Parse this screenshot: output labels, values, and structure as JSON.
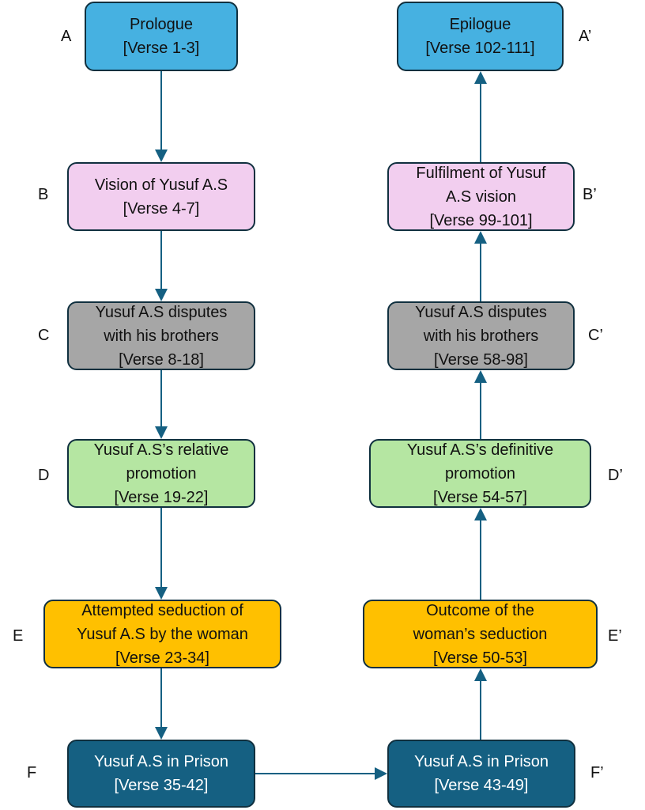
{
  "colors": {
    "prologue": "#46B1E1",
    "vision": "#F2CEEF",
    "dispute": "#A6A6A6",
    "promotion": "#B5E6A2",
    "seduction": "#FFC000",
    "prison": "#156082",
    "arrow": "#156082"
  },
  "left": [
    {
      "label": "A",
      "lines": [
        "Prologue",
        "[Verse 1-3]"
      ]
    },
    {
      "label": "B",
      "lines": [
        "Vision of Yusuf A.S",
        "[Verse 4-7]"
      ]
    },
    {
      "label": "C",
      "lines": [
        "Yusuf A.S disputes",
        "with his brothers",
        "[Verse 8-18]"
      ]
    },
    {
      "label": "D",
      "lines": [
        "Yusuf A.S’s relative",
        "promotion",
        "[Verse 19-22]"
      ]
    },
    {
      "label": "E",
      "lines": [
        "Attempted seduction of",
        "Yusuf A.S by the woman",
        "[Verse 23-34]"
      ]
    },
    {
      "label": "F",
      "lines": [
        "Yusuf A.S in Prison",
        "[Verse 35-42]"
      ]
    }
  ],
  "right": [
    {
      "label": "A’",
      "lines": [
        "Epilogue",
        "[Verse 102-111]"
      ]
    },
    {
      "label": "B’",
      "lines": [
        "Fulfilment of Yusuf",
        "A.S vision",
        "[Verse 99-101]"
      ]
    },
    {
      "label": "C’",
      "lines": [
        "Yusuf A.S disputes",
        "with his brothers",
        "[Verse 58-98]"
      ]
    },
    {
      "label": "D’",
      "lines": [
        "Yusuf A.S’s definitive",
        "promotion",
        "[Verse 54-57]"
      ]
    },
    {
      "label": "E’",
      "lines": [
        "Outcome of the",
        "woman’s seduction",
        "[Verse 50-53]"
      ]
    },
    {
      "label": "F’",
      "lines": [
        "Yusuf A.S in Prison",
        "[Verse 43-49]"
      ]
    }
  ]
}
